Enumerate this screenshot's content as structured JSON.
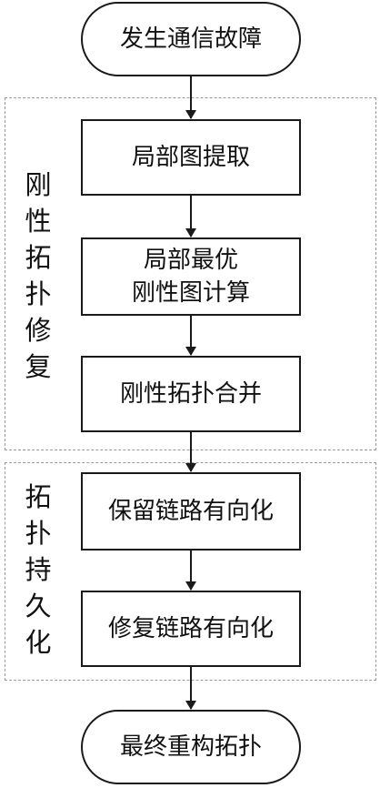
{
  "nodes": {
    "start": "发生通信故障",
    "extract": "局部图提取",
    "optimal": "局部最优\n刚性图计算",
    "merge": "刚性拓扑合并",
    "orient_keep": "保留链路有向化",
    "orient_repair": "修复链路有向化",
    "end": "最终重构拓扑"
  },
  "groups": {
    "rigid_repair": "刚\n性\n拓\n扑\n修\n复",
    "persistence": "拓\n扑\n持\n久\n化"
  },
  "colors": {
    "stroke": "#1a1a1a",
    "dashed_border": "#9a9a9a",
    "background": "#ffffff"
  }
}
